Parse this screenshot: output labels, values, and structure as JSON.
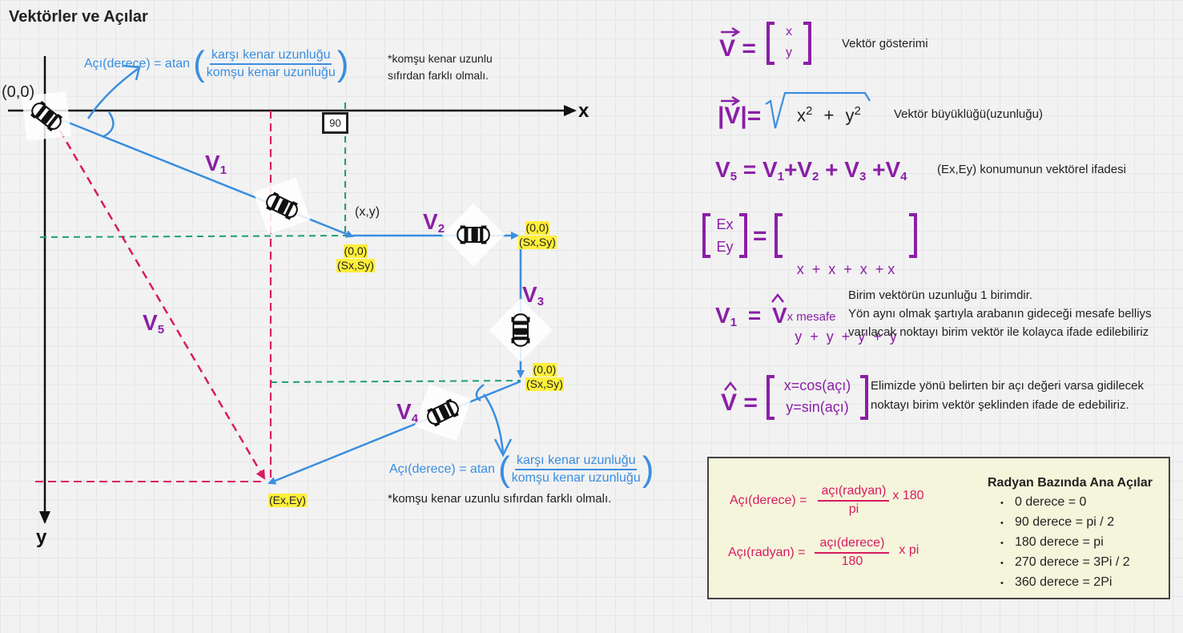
{
  "title": "Vektörler ve Açılar",
  "axes": {
    "x": "x",
    "y": "y",
    "origin": "(0,0)"
  },
  "top_formula": {
    "lhs": "Açı(derece) = atan",
    "numerator": "karşı kenar uzunluğu",
    "denominator": "komşu kenar uzunluğu",
    "note_line1": "*komşu kenar uzunlu",
    "note_line2": "sıfırdan farklı olmalı."
  },
  "right_angle_label": "90",
  "point_xy_label": "(x,y)",
  "highlights": {
    "p1_top": "(0,0)",
    "p1_bottom": "(Sx,Sy)",
    "p2_top": "(0,0)",
    "p2_bottom": "(Sx,Sy)",
    "p3_top": "(0,0)",
    "p3_bottom": "(Sx,Sy)",
    "end": "(Ex,Ey)"
  },
  "vectors": {
    "v1": {
      "base": "V",
      "sub": "1"
    },
    "v2": {
      "base": "V",
      "sub": "2"
    },
    "v3": {
      "base": "V",
      "sub": "3"
    },
    "v4": {
      "base": "V",
      "sub": "4"
    },
    "v5": {
      "base": "V",
      "sub": "5"
    }
  },
  "bottom_formula": {
    "lhs": "Açı(derece) = atan",
    "numerator": "karşı kenar uzunluğu",
    "denominator": "komşu kenar uzunluğu",
    "note": "*komşu kenar uzunlu sıfırdan farklı olmalı."
  },
  "right_panel": {
    "row1": {
      "lhs": "V",
      "eq": "=",
      "m1": "x",
      "m2": "y",
      "desc": "Vektör gösterimi"
    },
    "row2": {
      "lhs": "|V|=",
      "x": "x",
      "y": "y",
      "exp": "2",
      "plus": "+",
      "desc": "Vektör büyüklüğü(uzunluğu)"
    },
    "row3": {
      "v5": "V",
      "v5s": "5",
      "eq": "=",
      "v1": "V",
      "v1s": "1",
      "p1": "+",
      "v2": "V",
      "v2s": "2",
      "p2": "+",
      "v3": "V",
      "v3s": "3",
      "p3": "+",
      "v4": "V",
      "v4s": "4",
      "desc": "(Ex,Ey) konumunun vektörel ifadesi"
    },
    "row4": {
      "l1": "Ex",
      "l2": "Ey",
      "eq": "=",
      "r1": "x  +  x  +  x  + x",
      "r2": "y  +  y  +  y  +  y"
    },
    "row5": {
      "lhs": "V",
      "lhs_sub": "1",
      "eq": "=",
      "hat": "V",
      "hat_sub": "x mesafe",
      "desc1": "Birim  vektörün uzunluğu 1 birimdir.",
      "desc2": "Yön aynı olmak şartıyla arabanın gideceği mesafe belliys",
      "desc3": "varılacak noktayı birim vektör ile kolayca ifade edilebiliriz"
    },
    "row6": {
      "hat": "V",
      "eq": "=",
      "m1": "x=cos(açı)",
      "m2": "y=sin(açı)",
      "desc1": "Elimizde yönü belirten bir açı değeri varsa gidilecek",
      "desc2": "noktayı birim vektör şeklinden ifade de edebiliriz."
    }
  },
  "formula_box": {
    "deg_lhs": "Açı(derece) =",
    "deg_num": "açı(radyan)",
    "deg_den": "pi",
    "deg_mul": "x 180",
    "rad_lhs": "Açı(radyan) =",
    "rad_num": "açı(derece)",
    "rad_den": "180",
    "rad_mul": "x pi",
    "heading": "Radyan Bazında Ana Açılar",
    "items": [
      "0 derece = 0",
      "90 derece = pi / 2",
      "180 derece = pi",
      "270 derece = 3Pi / 2",
      "360 derece = 2Pi"
    ]
  },
  "colors": {
    "blue": "#3a8ee0",
    "pink": "#d81b60",
    "green": "#1f9e74",
    "purple": "#8b1fa6",
    "highlight": "#ffef3a"
  },
  "icons": [
    "car-icon",
    "arrow-icon"
  ]
}
